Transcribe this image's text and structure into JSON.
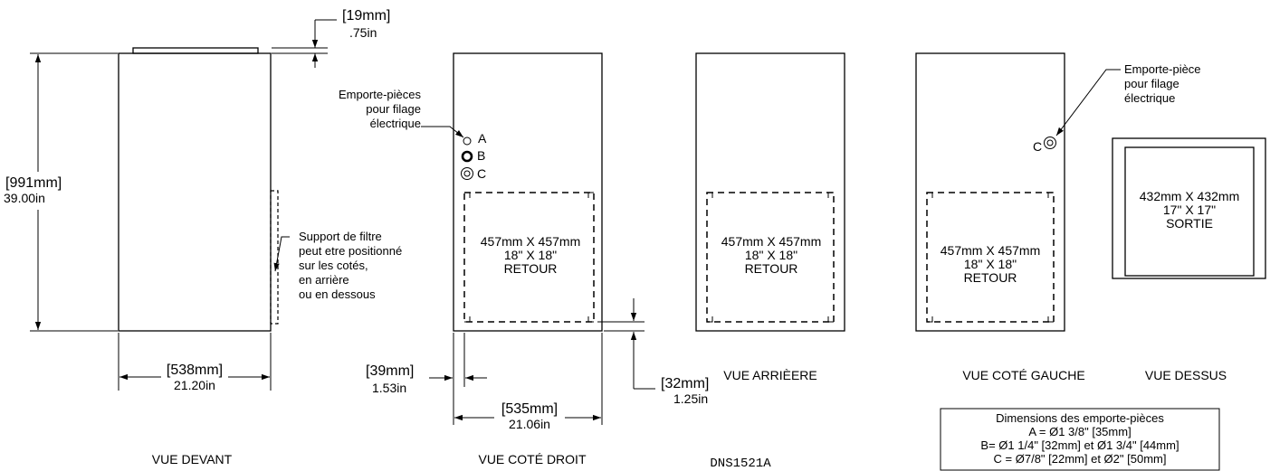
{
  "drawing_number": "DNS1521A",
  "views": {
    "front": "VUE DEVANT",
    "right_side": "VUE COTÉ DROIT",
    "rear": "VUE ARRIÈERE",
    "left_side": "VUE COTÉ GAUCHE",
    "top": "VUE DESSUS"
  },
  "dimensions": {
    "top_offset": {
      "mm": "[19mm]",
      "in": ".75in"
    },
    "height": {
      "mm": "[991mm]",
      "in": "39.00in"
    },
    "front_width": {
      "mm": "[538mm]",
      "in": "21.20in"
    },
    "side_width": {
      "mm": "[535mm]",
      "in": "21.06in"
    },
    "return_offset_side": {
      "mm": "[39mm]",
      "in": "1.53in"
    },
    "return_offset_bottom": {
      "mm": "[32mm]",
      "in": "1.25in"
    }
  },
  "filter_support_note": [
    "Support de filtre",
    "peut etre positionné",
    "sur les cotés,",
    "en arrière",
    "ou en dessous"
  ],
  "knockouts_right": {
    "lines": [
      "Emporte-pièces",
      "pour filage",
      "électrique"
    ],
    "a": "A",
    "b": "B",
    "c": "C"
  },
  "knockout_left": {
    "lines": [
      "Emporte-pièce",
      "pour filage",
      "électrique"
    ],
    "c": "C"
  },
  "return_opening": {
    "line1": "457mm X 457mm",
    "line2": "18\" X 18\"",
    "line3": "RETOUR"
  },
  "supply_opening": {
    "line1": "432mm X 432mm",
    "line2": "17\" X 17\"",
    "line3": "SORTIE"
  },
  "knockout_dims_table": {
    "title": "Dimensions des emporte-pièces",
    "rows": [
      "A = Ø1 3/8\" [35mm]",
      "B=  Ø1 1/4\" [32mm] et Ø1 3/4\" [44mm]",
      "C = Ø7/8\" [22mm] et Ø2\" [50mm]"
    ]
  }
}
